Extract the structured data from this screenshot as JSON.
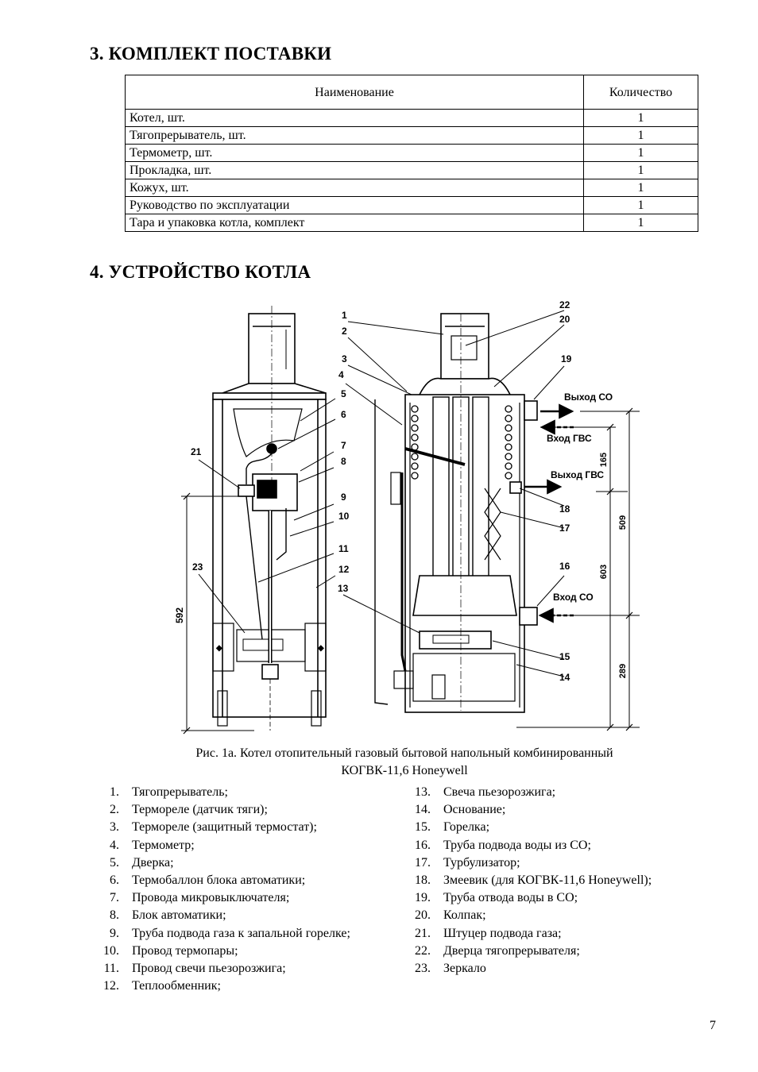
{
  "section3": {
    "title": "3. КОМПЛЕКТ ПОСТАВКИ",
    "table": {
      "headers": [
        "Наименование",
        "Количество"
      ],
      "rows": [
        {
          "name": "Котел, шт.",
          "qty": "1"
        },
        {
          "name": "Тягопрерыватель, шт.",
          "qty": "1"
        },
        {
          "name": "Термометр, шт.",
          "qty": "1"
        },
        {
          "name": "Прокладка, шт.",
          "qty": "1"
        },
        {
          "name": "Кожух, шт.",
          "qty": "1"
        },
        {
          "name": "Руководство по эксплуатации",
          "qty": "1"
        },
        {
          "name": "Тара и упаковка котла, комплект",
          "qty": "1"
        }
      ]
    }
  },
  "section4": {
    "title": "4. УСТРОЙСТВО КОТЛА"
  },
  "figure": {
    "callouts": [
      "1",
      "2",
      "3",
      "4",
      "5",
      "6",
      "7",
      "8",
      "9",
      "10",
      "11",
      "12",
      "13",
      "14",
      "15",
      "16",
      "17",
      "18",
      "19",
      "20",
      "21",
      "22",
      "23"
    ],
    "flow_labels": {
      "co_out": "Выход СО",
      "gvs_in": "Вход ГВС",
      "gvs_out": "Выход ГВС",
      "co_in": "Вход СО"
    },
    "dimensions": {
      "d592": "592",
      "d165": "165",
      "d509": "509",
      "d603": "603",
      "d289": "289"
    },
    "caption_line1": "Рис. 1а. Котел отопительный газовый бытовой напольный комбинированный",
    "caption_line2": "КОГВК-11,6 Honeywell"
  },
  "legend": {
    "left": [
      {
        "n": "1.",
        "text": "Тягопрерыватель;"
      },
      {
        "n": "2.",
        "text": "Термореле (датчик тяги);"
      },
      {
        "n": "3.",
        "text": "Термореле (защитный термостат);"
      },
      {
        "n": "4.",
        "text": "Термометр;"
      },
      {
        "n": "5.",
        "text": "Дверка;"
      },
      {
        "n": "6.",
        "text": "Термобаллон блока автоматики;"
      },
      {
        "n": "7.",
        "text": "Провода микровыключателя;"
      },
      {
        "n": "8.",
        "text": "Блок автоматики;"
      },
      {
        "n": "9.",
        "text": "Труба подвода газа к запальной горелке;"
      },
      {
        "n": "10.",
        "text": "Провод термопары;"
      },
      {
        "n": "11.",
        "text": "Провод свечи пьезорозжига;"
      },
      {
        "n": "12.",
        "text": "Теплообменник;"
      }
    ],
    "right": [
      {
        "n": "13.",
        "text": "Свеча пьезорозжига;"
      },
      {
        "n": "14.",
        "text": "Основание;"
      },
      {
        "n": "15.",
        "text": "Горелка;"
      },
      {
        "n": "16.",
        "text": "Труба подвода воды из СО;"
      },
      {
        "n": "17.",
        "text": "Турбулизатор;"
      },
      {
        "n": "18.",
        "text": "Змеевик (для КОГВК-11,6 Honeywell);"
      },
      {
        "n": "19.",
        "text": "Труба отвода воды в СО;"
      },
      {
        "n": "20.",
        "text": "Колпак;"
      },
      {
        "n": "21.",
        "text": "Штуцер подвода газа;"
      },
      {
        "n": "22.",
        "text": "Дверца тягопрерывателя;"
      },
      {
        "n": "23.",
        "text": "Зеркало"
      }
    ]
  },
  "page_number": "7"
}
